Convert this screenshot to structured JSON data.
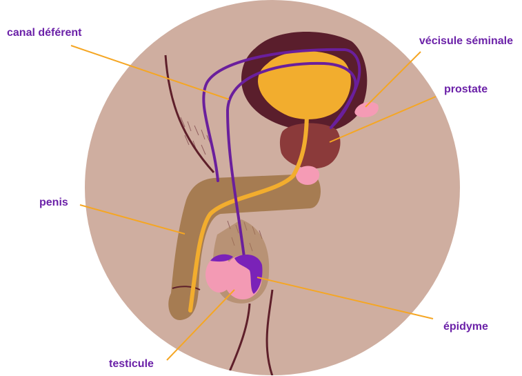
{
  "colors": {
    "background_circle": "#cfaea0",
    "skin": "#a67c52",
    "skin_outline": "#5e1f2a",
    "bladder_outer": "#5a1e2c",
    "bladder_inner": "#f2ad2e",
    "urethra": "#f2ad2e",
    "vas_deferens": "#6a1f9c",
    "prostate": "#8b3a3a",
    "seminal_vesicle": "#f59bb5",
    "testicle": "#f39ab4",
    "epididymis": "#7a22b8",
    "label_text": "#6b21a8",
    "leader_line": "#f5a623"
  },
  "labels": {
    "vas_deferens": "canal déférent",
    "seminal_vesicle": "vécisule séminale",
    "prostate": "prostate",
    "penis": "penis",
    "epididymis": "épidyme",
    "testicle": "testicule"
  }
}
